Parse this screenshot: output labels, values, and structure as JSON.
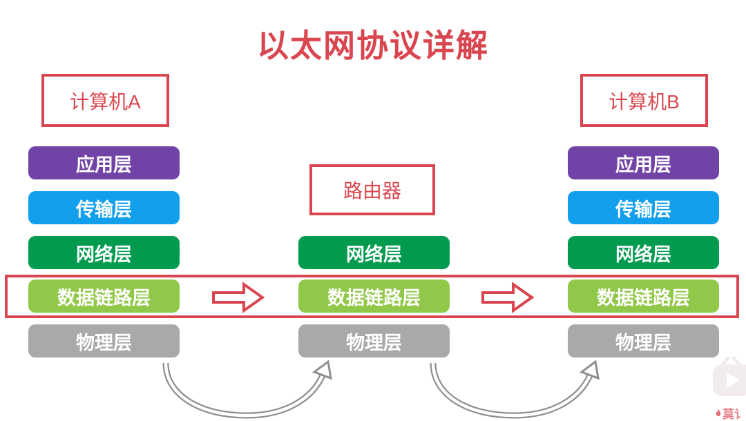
{
  "title": "以太网协议详解",
  "nodes": {
    "computer_a": {
      "label": "计算机A"
    },
    "router": {
      "label": "路由器"
    },
    "computer_b": {
      "label": "计算机B"
    }
  },
  "columns": [
    {
      "name": "计算机A",
      "layers": [
        {
          "label": "应用层"
        },
        {
          "label": "传输层"
        },
        {
          "label": "网络层"
        },
        {
          "label": "数据链路层"
        },
        {
          "label": "物理层"
        }
      ]
    },
    {
      "name": "路由器",
      "layers": [
        {
          "label": "网络层"
        },
        {
          "label": "数据链路层"
        },
        {
          "label": "物理层"
        }
      ]
    },
    {
      "name": "计算机B",
      "layers": [
        {
          "label": "应用层"
        },
        {
          "label": "传输层"
        },
        {
          "label": "网络层"
        },
        {
          "label": "数据链路层"
        },
        {
          "label": "物理层"
        }
      ]
    }
  ],
  "highlighted_layer": "数据链路层",
  "colors": {
    "accent_red": "#d9464f",
    "application_purple": "#7243a6",
    "transport_blue": "#12a0ed",
    "network_green": "#009b4e",
    "data_link_light_green": "#92c84a",
    "physical_gray": "#a9a9a9",
    "curve_arrow_gray": "#8f8f8f",
    "watermark_pink": "#e8848c"
  },
  "watermark": {
    "brand_text": "莫讠"
  }
}
